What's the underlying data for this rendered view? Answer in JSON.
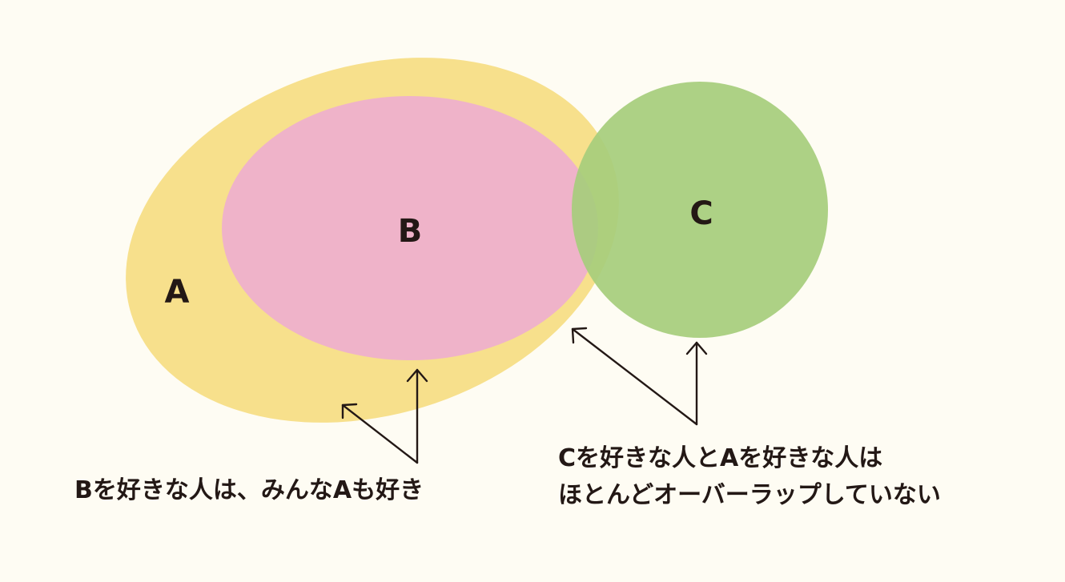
{
  "sets": {
    "a": {
      "label": "A",
      "color": "#f7e08c"
    },
    "b": {
      "label": "B",
      "color": "#efb3c9"
    },
    "c": {
      "label": "C",
      "color": "#a6cd7c"
    }
  },
  "captions": {
    "left": {
      "line1": "Bを好きな人は、みんなAも好き"
    },
    "right": {
      "line1": "Cを好きな人とAを好きな人は",
      "line2": "ほとんどオーバーラップしていない"
    }
  }
}
